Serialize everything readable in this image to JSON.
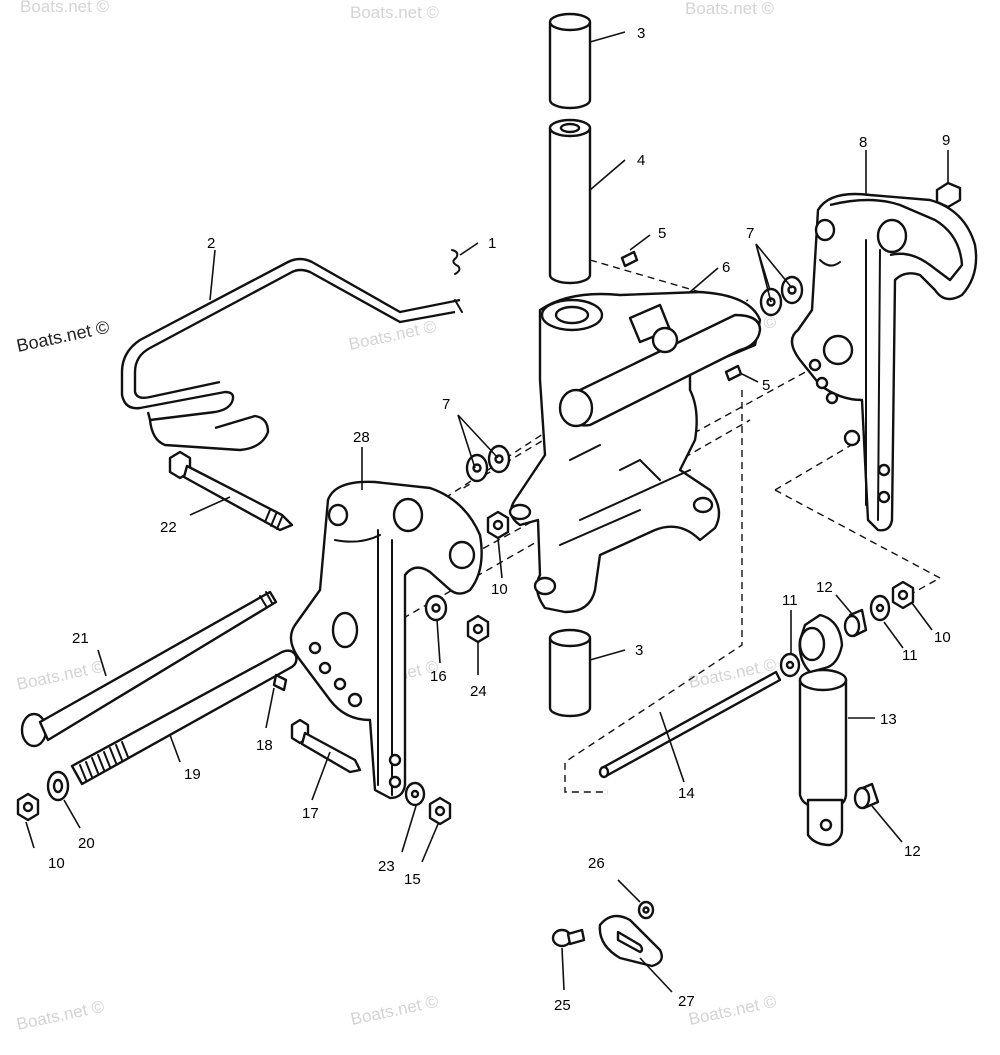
{
  "diagram": {
    "credit": "Boats.net ©",
    "watermark": "Boats.net ©",
    "callouts": [
      "1",
      "2",
      "3",
      "3",
      "4",
      "5",
      "5",
      "6",
      "7",
      "7",
      "8",
      "9",
      "10",
      "10",
      "10",
      "11",
      "11",
      "12",
      "12",
      "13",
      "14",
      "15",
      "16",
      "17",
      "18",
      "19",
      "20",
      "21",
      "22",
      "23",
      "24",
      "25",
      "26",
      "27",
      "28"
    ]
  }
}
